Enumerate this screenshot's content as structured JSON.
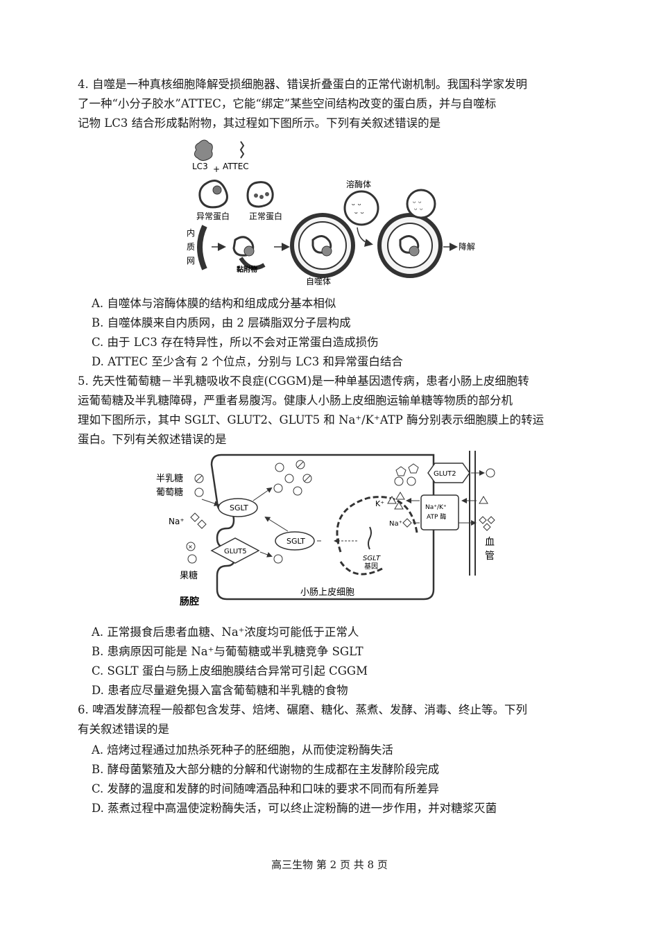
{
  "q4": {
    "line1": "4. 自噬是一种真核细胞降解受损细胞器、错误折叠蛋白的正常代谢机制。我国科学家发明",
    "line2": "了一种“小分子胶水”ATTEC，它能“绑定”某些空间结构改变的蛋白质，并与自噬标",
    "line3": "记物 LC3 结合形成黏附物，其过程如下图所示。下列有关叙述错误的是",
    "figure": {
      "lc3": "LC3",
      "plus": "+",
      "attec": "ATTEC",
      "abnormal_protein": "异常蛋白",
      "normal_protein": "正常蛋白",
      "er_1": "内",
      "er_2": "质",
      "er_3": "网",
      "adhesion": "黏附物",
      "autophagosome": "自噬体",
      "lysosome": "溶酶体",
      "degrade": "降解"
    },
    "options": [
      "A. 自噬体与溶酶体膜的结构和组成成分基本相似",
      "B. 自噬体膜来自内质网，由 2 层磷脂双分子层构成",
      "C. 由于 LC3 存在特异性，所以不会对正常蛋白造成损伤",
      "D. ATTEC 至少含有 2 个位点，分别与 LC3 和异常蛋白结合"
    ]
  },
  "q5": {
    "line1": "5. 先天性葡萄糖－半乳糖吸收不良症(CGGM)是一种单基因遗传病，患者小肠上皮细胞转",
    "line2": "运葡萄糖及半乳糖障碍，严重者易腹泻。健康人小肠上皮细胞运输单糖等物质的部分机",
    "line3": "理如下图所示，其中 SGLT、GLUT2、GLUT5 和 Na⁺/K⁺ATP 酶分别表示细胞膜上的转运",
    "line4": "蛋白。下列有关叙述错误的是",
    "figure": {
      "galactose": "半乳糖",
      "glucose": "葡萄糖",
      "na": "Na⁺",
      "fructose": "果糖",
      "lumen": "肠腔",
      "sglt": "SGLT",
      "sglt2": "SGLT",
      "glut5": "GLUT5",
      "glut2": "GLUT2",
      "k": "K⁺",
      "na2": "Na⁺",
      "pump_1": "Na⁺/K⁺",
      "pump_2": "ATP 酶",
      "gene_1": "SGLT",
      "gene_2": "基因",
      "cell": "小肠上皮细胞",
      "vessel_1": "血",
      "vessel_2": "管"
    },
    "options": [
      "A. 正常摄食后患者血糖、Na⁺浓度均可能低于正常人",
      "B. 患病原因可能是 Na⁺与葡萄糖或半乳糖竞争 SGLT",
      "C. SGLT 蛋白与肠上皮细胞膜结合异常可引起 CGGM",
      "D. 患者应尽量避免摄入富含葡萄糖和半乳糖的食物"
    ]
  },
  "q6": {
    "line1": "6. 啤酒发酵流程一般都包含发芽、焙烤、碾磨、糖化、蒸煮、发酵、消毒、终止等。下列",
    "line2": "有关叙述错误的是",
    "options": [
      "A. 焙烤过程通过加热杀死种子的胚细胞，从而使淀粉酶失活",
      "B. 酵母菌繁殖及大部分糖的分解和代谢物的生成都在主发酵阶段完成",
      "C. 发酵的温度和发酵的时间随啤酒品种和口味的要求不同而有所差异",
      "D. 蒸煮过程中高温使淀粉酶失活，可以终止淀粉酶的进一步作用，并对糖浆灭菌"
    ]
  },
  "footer": "高三生物 第 2 页 共 8 页"
}
